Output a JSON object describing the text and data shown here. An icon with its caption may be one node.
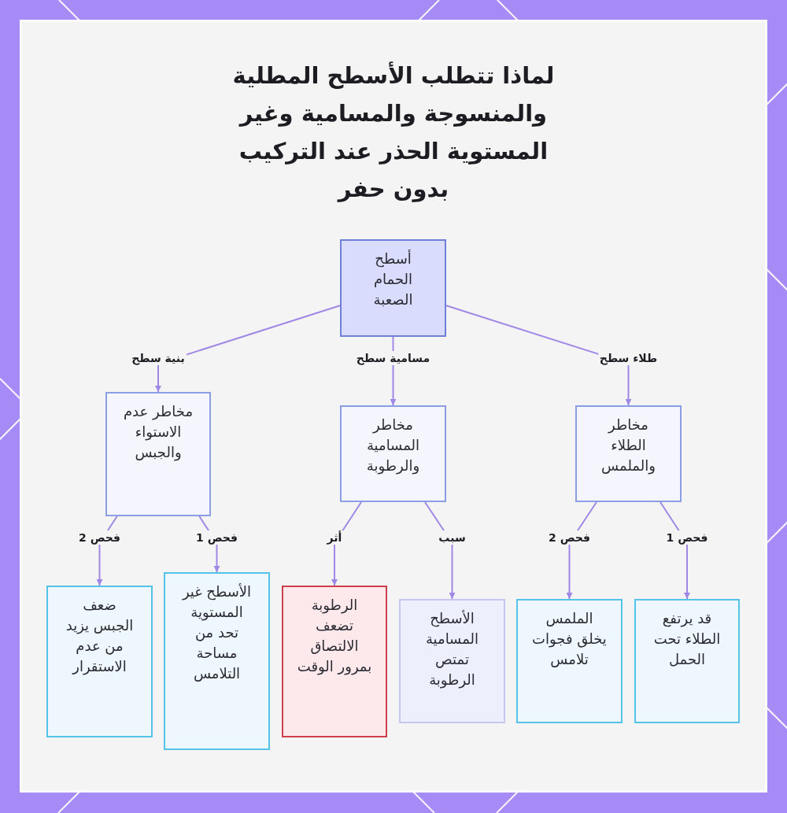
{
  "diagram": {
    "title": "لماذا تتطلب الأسطح المطلية والمنسوجة والمسامية وغير المستوية الحذر عند التركيب بدون حفر",
    "nodes": [
      {
        "text": [
          "أسطح الحمام الصعبة"
        ]
      },
      {
        "text": [
          "مخاطر عدم الاستواء والجبس"
        ]
      },
      {
        "text": [
          "مخاطر المسامية والرطوبة"
        ]
      },
      {
        "text": [
          "مخاطر الطلاء والملمس"
        ]
      },
      {
        "text": [
          "ضعف الجبس يزيد من عدم الاستقرار"
        ]
      },
      {
        "text": [
          "الأسطح غير المستوية تحد من مساحة التلامس"
        ]
      },
      {
        "text": [
          "الرطوبة تضعف الالتصاق بمرور الوقت"
        ]
      },
      {
        "text": [
          "الأسطح المسامية تمتص الرطوبة"
        ]
      },
      {
        "text": [
          "الملمس يخلق فجوات تلامس"
        ]
      },
      {
        "text": [
          "قد يرتفع الطلاء تحت الحمل"
        ]
      }
    ],
    "edges": [
      {
        "from": 0,
        "to": 1,
        "arrow": "to",
        "label": "بنية سطح"
      },
      {
        "from": 0,
        "to": 2,
        "arrow": "to",
        "label": "مسامية سطح"
      },
      {
        "from": 0,
        "to": 3,
        "arrow": "to",
        "label": "طلاء سطح"
      },
      {
        "from": 1,
        "to": 4,
        "arrow": "to",
        "label": "فحص 2"
      },
      {
        "from": 1,
        "to": 5,
        "arrow": "to",
        "label": "فحص 1"
      },
      {
        "from": 2,
        "to": 6,
        "arrow": "to",
        "label": "أثر"
      },
      {
        "from": 2,
        "to": 7,
        "arrow": "to",
        "label": "سبب"
      },
      {
        "from": 3,
        "to": 8,
        "arrow": "to",
        "label": "فحص 2"
      },
      {
        "from": 3,
        "to": 9,
        "arrow": "to",
        "label": "فحص 1"
      }
    ]
  }
}
